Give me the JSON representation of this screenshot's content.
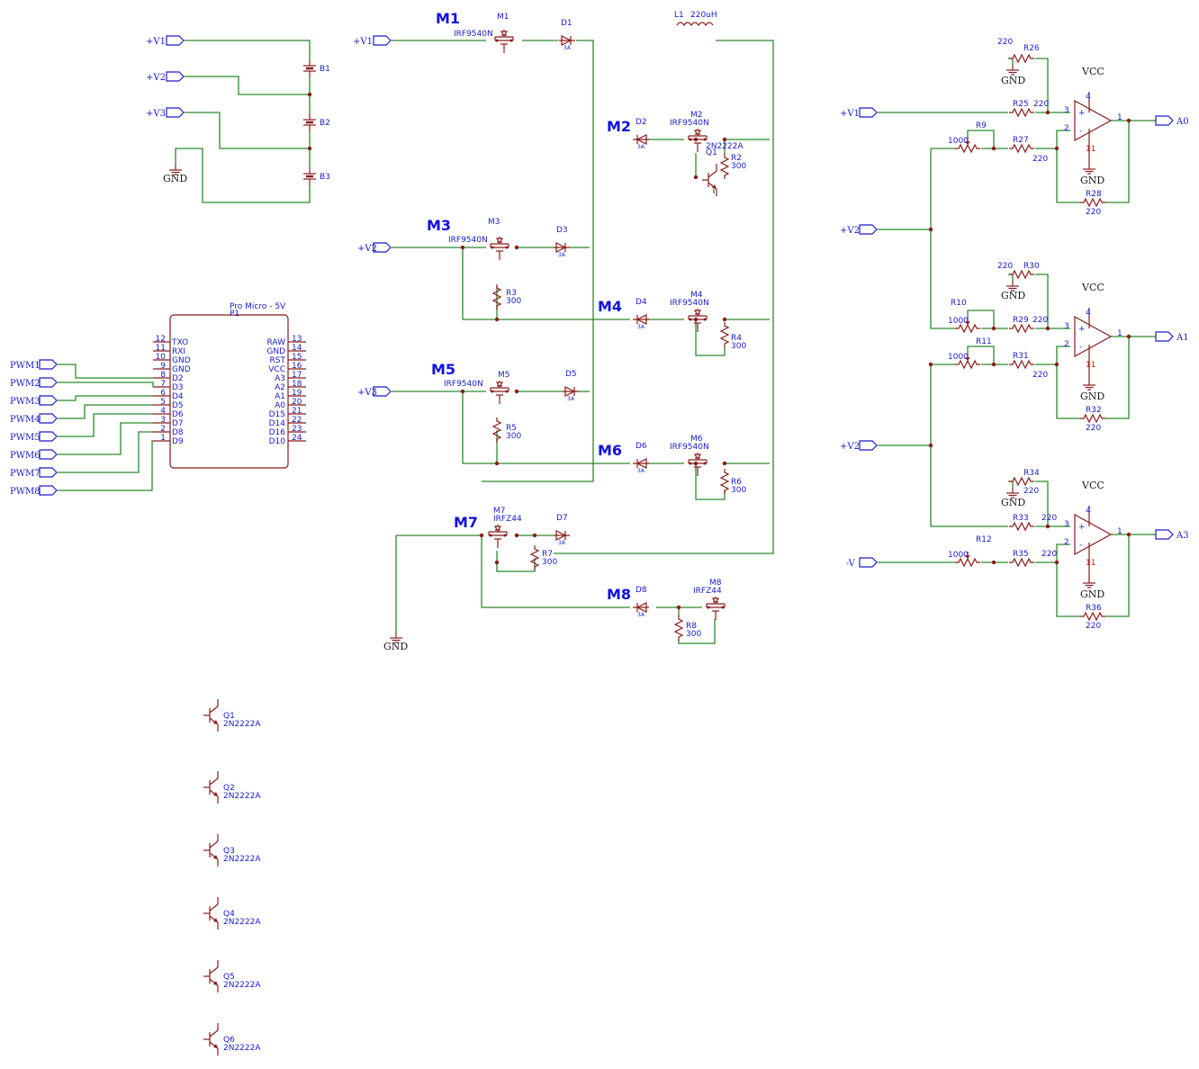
{
  "batteries": [
    "B1",
    "B2",
    "B3"
  ],
  "rails": {
    "v1": "+V1",
    "v2": "+V2",
    "v3": "+V3",
    "neg": "-V",
    "gnd": "GND",
    "vcc": "VCC"
  },
  "inductor": {
    "ref": "L1",
    "value": "220uH"
  },
  "header": {
    "title": "Pro Micro - 5V",
    "ref": "P1"
  },
  "pro_micro": {
    "left_pins": [
      {
        "num": "12",
        "name": "TXO"
      },
      {
        "num": "11",
        "name": "RXI"
      },
      {
        "num": "10",
        "name": "GND"
      },
      {
        "num": "9",
        "name": "GND"
      },
      {
        "num": "8",
        "name": "D2"
      },
      {
        "num": "7",
        "name": "D3"
      },
      {
        "num": "6",
        "name": "D4"
      },
      {
        "num": "5",
        "name": "D5"
      },
      {
        "num": "4",
        "name": "D6"
      },
      {
        "num": "3",
        "name": "D7"
      },
      {
        "num": "2",
        "name": "D8"
      },
      {
        "num": "1",
        "name": "D9"
      }
    ],
    "right_pins": [
      {
        "num": "13",
        "name": "RAW"
      },
      {
        "num": "14",
        "name": "GND"
      },
      {
        "num": "15",
        "name": "RST"
      },
      {
        "num": "16",
        "name": "VCC"
      },
      {
        "num": "17",
        "name": "A3"
      },
      {
        "num": "18",
        "name": "A2"
      },
      {
        "num": "19",
        "name": "A1"
      },
      {
        "num": "20",
        "name": "A0"
      },
      {
        "num": "21",
        "name": "D15"
      },
      {
        "num": "22",
        "name": "D14"
      },
      {
        "num": "23",
        "name": "D16"
      },
      {
        "num": "24",
        "name": "D10"
      }
    ]
  },
  "pwm_ports": [
    "PWM1",
    "PWM2",
    "PWM3",
    "PWM4",
    "PWM5",
    "PWM6",
    "PWM7",
    "PWM8"
  ],
  "switch_titles": [
    "M1",
    "M2",
    "M3",
    "M4",
    "M5",
    "M6",
    "M7",
    "M8"
  ],
  "mosfets": [
    {
      "ref": "M1",
      "part": "IRF9540N"
    },
    {
      "ref": "M2",
      "part": "IRF9540N"
    },
    {
      "ref": "M3",
      "part": "IRF9540N"
    },
    {
      "ref": "M4",
      "part": "IRF9540N"
    },
    {
      "ref": "M5",
      "part": "IRF9540N"
    },
    {
      "ref": "M6",
      "part": "IRF9540N"
    },
    {
      "ref": "M7",
      "part": "IRFZ44"
    },
    {
      "ref": "M8",
      "part": "IRFZ44"
    }
  ],
  "diodes": [
    "D1",
    "D2",
    "D3",
    "D4",
    "D5",
    "D6",
    "D7",
    "D8"
  ],
  "diode_rating": "3A",
  "gate_resistors": [
    {
      "ref": "R2",
      "value": "300"
    },
    {
      "ref": "R3",
      "value": "300"
    },
    {
      "ref": "R4",
      "value": "300"
    },
    {
      "ref": "R5",
      "value": "300"
    },
    {
      "ref": "R6",
      "value": "300"
    },
    {
      "ref": "R7",
      "value": "300"
    },
    {
      "ref": "R8",
      "value": "300"
    }
  ],
  "q1_inline": {
    "ref": "Q1",
    "part": "2N2222A"
  },
  "transistors": [
    {
      "ref": "Q1",
      "part": "2N2222A"
    },
    {
      "ref": "Q2",
      "part": "2N2222A"
    },
    {
      "ref": "Q3",
      "part": "2N2222A"
    },
    {
      "ref": "Q4",
      "part": "2N2222A"
    },
    {
      "ref": "Q5",
      "part": "2N2222A"
    },
    {
      "ref": "Q6",
      "part": "2N2222A"
    }
  ],
  "opamp_pins": {
    "plus": "+",
    "minus": "-",
    "in_plus": "3",
    "in_minus": "2",
    "out": "1",
    "vcc": "4",
    "gnd": "11"
  },
  "opamps": [
    {
      "output": "A0",
      "in_port": "+V1",
      "pot": {
        "ref": "R9",
        "value": "1000"
      },
      "r_top": {
        "ref": "R26",
        "value": "220"
      },
      "r_in": {
        "ref": "R25",
        "value": "220"
      },
      "r_minus": {
        "ref": "R27",
        "value": "220"
      },
      "r_fb": {
        "ref": "R28",
        "value": "220"
      }
    },
    {
      "output": "A1",
      "pot_a": {
        "ref": "R10",
        "value": "1000"
      },
      "pot_b": {
        "ref": "R11",
        "value": "1000"
      },
      "r_top": {
        "ref": "R30",
        "value": "220"
      },
      "r_in": {
        "ref": "R29",
        "value": "220"
      },
      "r_minus": {
        "ref": "R31",
        "value": "220"
      },
      "r_fb": {
        "ref": "R32",
        "value": "220"
      }
    },
    {
      "output": "A3",
      "in_port": "-V",
      "pot": {
        "ref": "R12",
        "value": "1000"
      },
      "r_top": {
        "ref": "R34",
        "value": "220"
      },
      "r_in": {
        "ref": "R33",
        "value": "220"
      },
      "r_minus": {
        "ref": "R35",
        "value": "220"
      },
      "r_fb": {
        "ref": "R36",
        "value": "220"
      }
    }
  ]
}
